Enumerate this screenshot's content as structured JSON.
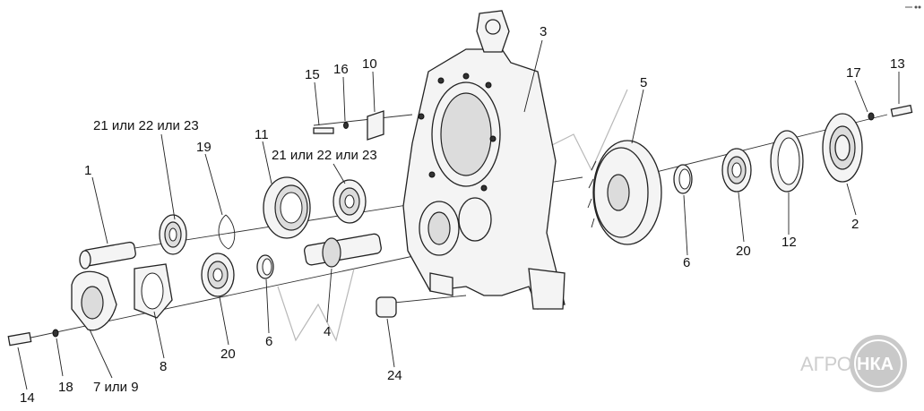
{
  "labels": {
    "l1": "1",
    "l2": "2",
    "l3": "3",
    "l4": "4",
    "l5": "5",
    "l6a": "6",
    "l6b": "6",
    "l7": "7 или 9",
    "l8": "8",
    "l10": "10",
    "l11": "11",
    "l12": "12",
    "l13": "13",
    "l14": "14",
    "l15": "15",
    "l16": "16",
    "l17": "17",
    "l18": "18",
    "l19": "19",
    "l20a": "20",
    "l20b": "20",
    "l21a": "21 или 22 или 23",
    "l21b": "21 или 22 или 23",
    "l24": "24"
  },
  "watermark": {
    "logo_left": "АГРО",
    "logo_right": "НКА"
  },
  "colors": {
    "logo_circle": "#b8b8b8",
    "line": "#222222"
  }
}
